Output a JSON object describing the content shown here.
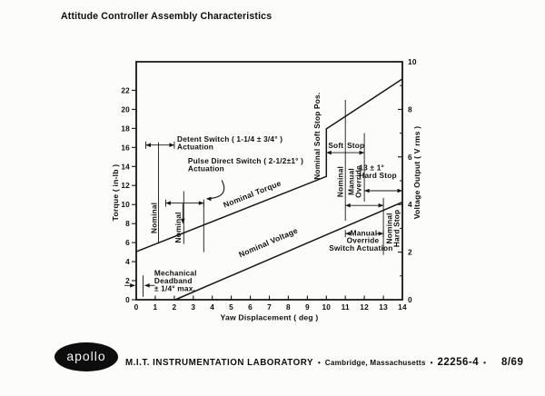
{
  "title": "Attitude Controller Assembly Characteristics",
  "footer": {
    "logo_text": "apollo",
    "lab": "M.I.T. INSTRUMENTATION LABORATORY",
    "bullet": "•",
    "location": "Cambridge, Massachusetts",
    "doc_number": "22256-4",
    "date": "8/69"
  },
  "chart_data": {
    "type": "line",
    "xlabel": "Yaw Displacement ( deg )",
    "ylabel_left": "Torque ( in-lb )",
    "ylabel_right": "Voltage Output ( V rms )",
    "xlim": [
      0,
      14
    ],
    "ylim_left": [
      0,
      25
    ],
    "ylim_right": [
      0,
      10
    ],
    "grid": false,
    "x_ticks": [
      0,
      1,
      2,
      3,
      4,
      5,
      6,
      7,
      8,
      9,
      10,
      11,
      12,
      13,
      14
    ],
    "y_ticks_left": [
      0,
      2,
      4,
      6,
      8,
      10,
      12,
      14,
      16,
      18,
      20,
      22
    ],
    "y_ticks_right_major": [
      0,
      2,
      4,
      6,
      8,
      10
    ],
    "y_ticks_right_minor": [
      1,
      3,
      5,
      7,
      9
    ],
    "series": [
      {
        "name": "Nominal Torque",
        "axis": "left",
        "points": [
          [
            0,
            5.05
          ],
          [
            10,
            12.95
          ],
          [
            10,
            17.95
          ],
          [
            14,
            23.2
          ]
        ]
      },
      {
        "name": "Nominal Voltage",
        "axis": "right",
        "points": [
          [
            2.05,
            0
          ],
          [
            14,
            4.1
          ]
        ]
      }
    ],
    "series_labels": [
      {
        "name": "nominal-torque-label",
        "text": "Nominal Torque",
        "x": 6.15,
        "y": 10.85,
        "angle": -21.6
      },
      {
        "name": "nominal-voltage-label",
        "text": "Nominal Voltage",
        "x": 7.0,
        "y": 5.75,
        "angle": -23.3
      }
    ],
    "annotations": {
      "vlines": [
        {
          "name": "detent-nominal-line",
          "x": 1.17,
          "y1": 6.0,
          "y2": 16.55
        },
        {
          "name": "pulse-nominal-line",
          "x": 2.5,
          "y1": 5.85,
          "y2": 11.4
        },
        {
          "name": "pulse-upper-line",
          "x": 3.55,
          "y1": 5.0,
          "y2": 10.25
        },
        {
          "name": "soft-stop-nominal-line",
          "x": 11,
          "y1": 8.3,
          "y2": 21.0
        },
        {
          "name": "manual-override-line",
          "x": 12,
          "y1": 10.3,
          "y2": 17.5
        },
        {
          "name": "hard-stop-nominal-line",
          "x": 13,
          "y1": 4.7,
          "y2": 10.7
        },
        {
          "name": "deadband-line",
          "x": 0.36,
          "y1": 0.3,
          "y2": 2.55
        }
      ],
      "harrows": [
        {
          "name": "detent-range-arrow",
          "x1": 0.5,
          "x2": 2.0,
          "y": 16.25,
          "heads": "both",
          "ticks": true
        },
        {
          "name": "pulse-range-arrow",
          "x1": 1.55,
          "x2": 3.55,
          "y": 10.15,
          "heads": "both",
          "ticks": true
        },
        {
          "name": "soft-stop-range-arrow",
          "x1": 10,
          "x2": 12,
          "y": 15.45,
          "heads": "both",
          "ticks": false
        },
        {
          "name": "hard-stop-range-arrow",
          "x1": 12,
          "x2": 14,
          "y": 11.45,
          "heads": "both",
          "ticks": false
        },
        {
          "name": "override-range-arrow",
          "x1": 11,
          "x2": 13,
          "y": 9.9,
          "heads": "both",
          "ticks": false
        },
        {
          "name": "manual-actuation-arrow",
          "x1": 11,
          "x2": 13,
          "y": 6.95,
          "heads": "both",
          "ticks": true,
          "gap": [
            11.33,
            12.62
          ]
        },
        {
          "name": "deadband-left-arrow",
          "x1": -0.62,
          "x2": -0.06,
          "y": 1.5,
          "heads": "end",
          "ticks": false
        },
        {
          "name": "deadband-right-arrow",
          "x1": 0.98,
          "x2": 0.44,
          "y": 1.5,
          "heads": "end",
          "ticks": false
        }
      ],
      "varrows": [
        {
          "name": "pulse-nominal-arrow",
          "x": 2.45,
          "y1": 10.1,
          "y2": 8.0
        }
      ],
      "curves": [
        {
          "name": "pulse-pointer-curve",
          "from": [
            4.5,
            12.55
          ],
          "ctrl": [
            4.95,
            10.75
          ],
          "to": [
            3.72,
            10.6
          ]
        }
      ],
      "texts": [
        {
          "name": "detent-switch-label",
          "x": 2.15,
          "y": 16.6,
          "align": "start",
          "lines": [
            "Detent Switch ( 1-1/4 ± 3/4° )",
            "Actuation"
          ]
        },
        {
          "name": "pulse-switch-label",
          "x": 2.72,
          "y": 14.3,
          "align": "start",
          "lines": [
            "Pulse Direct Switch ( 2-1/2±1° )",
            "Actuation"
          ]
        },
        {
          "name": "soft-stop-word-1",
          "x": 10.5,
          "y": 15.95,
          "align": "middle",
          "lines": [
            "Soft"
          ]
        },
        {
          "name": "soft-stop-word-2",
          "x": 11.55,
          "y": 15.95,
          "align": "middle",
          "lines": [
            "Stop"
          ]
        },
        {
          "name": "hard-stop-label",
          "x": 11.72,
          "y": 13.6,
          "align": "start",
          "lines": [
            "13 ± 1°",
            "Hard Stop"
          ]
        },
        {
          "name": "manual-label",
          "x": 11.97,
          "y": 6.75,
          "align": "middle",
          "lines": [
            "Manual"
          ]
        },
        {
          "name": "override-label",
          "x": 11.92,
          "y": 5.95,
          "align": "middle",
          "lines": [
            "Override"
          ]
        },
        {
          "name": "switch-actuation-label",
          "x": 11.82,
          "y": 5.15,
          "align": "middle",
          "lines": [
            "Switch Actuation"
          ]
        },
        {
          "name": "deadband-label",
          "x": 0.95,
          "y": 2.55,
          "align": "start",
          "lines": [
            "Mechanical",
            "Deadband",
            "± 1/4° max."
          ]
        }
      ],
      "rotated_texts": [
        {
          "name": "detent-nominal-rotlabel",
          "x": 0.93,
          "y": 8.6,
          "lines": [
            "Nominal"
          ]
        },
        {
          "name": "pulse-nominal-rotlabel",
          "x": 2.2,
          "y": 7.6,
          "lines": [
            "Nominal"
          ]
        },
        {
          "name": "soft-stop-pos-rotlabel",
          "x": 9.5,
          "y": 17.2,
          "lines": [
            "Nominal Soft Stop Pos."
          ]
        },
        {
          "name": "nominal-rotlabel-11",
          "x": 10.73,
          "y": 12.4,
          "lines": [
            "Nominal"
          ]
        },
        {
          "name": "manual-override-rotlabel",
          "x": 11.5,
          "y": 12.4,
          "lines": [
            "Manual",
            "Override"
          ]
        },
        {
          "name": "nominal-hard-stop-rotlabel",
          "x": 13.5,
          "y": 7.5,
          "lines": [
            "Nominal",
            "Hard Stop"
          ]
        }
      ]
    }
  }
}
